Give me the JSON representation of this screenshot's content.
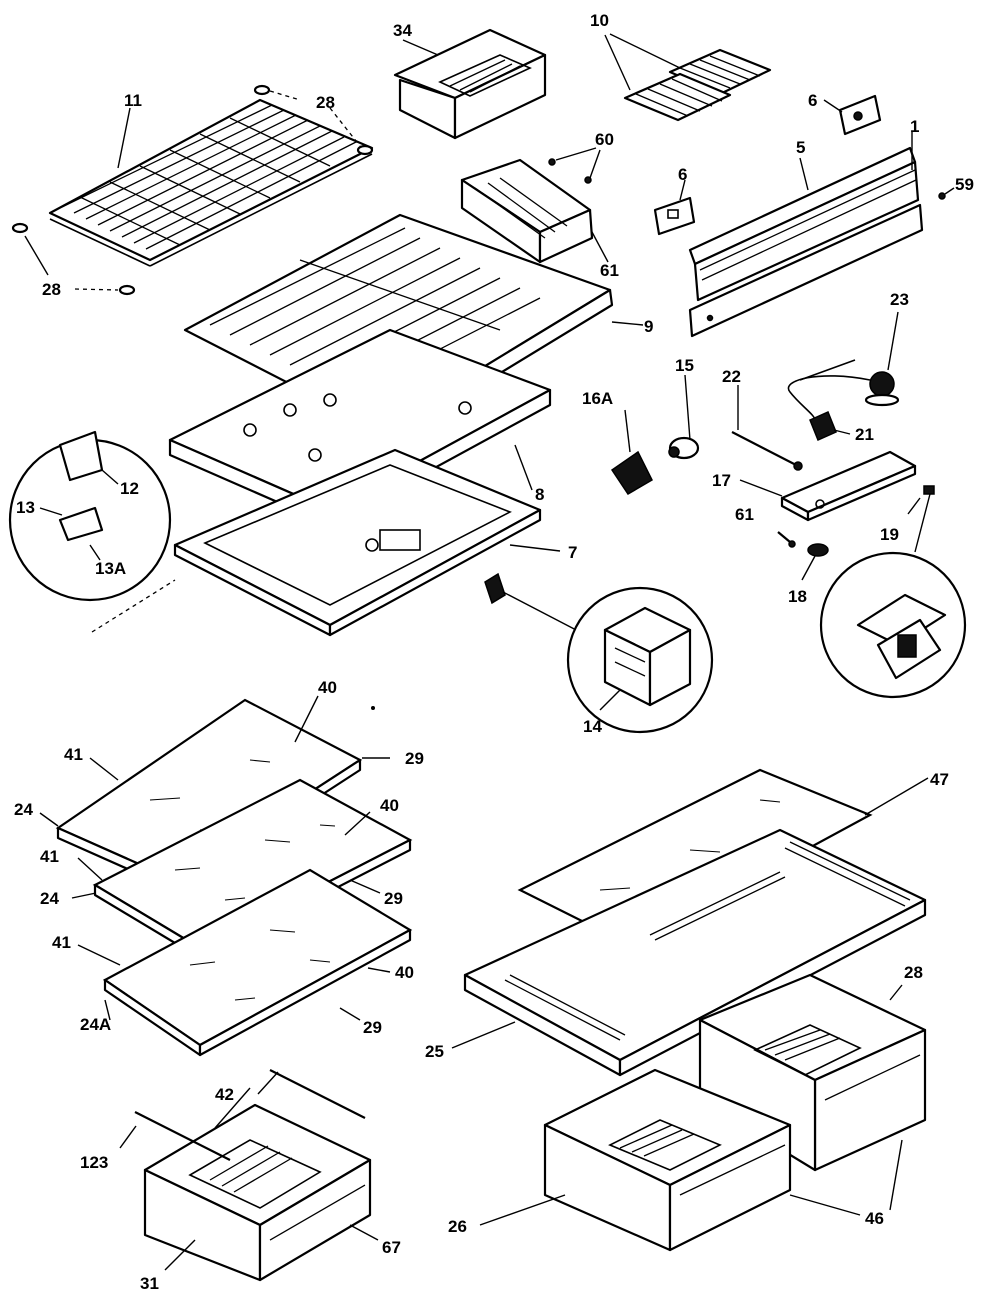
{
  "labels": {
    "l11": "11",
    "l28a": "28",
    "l28b": "28",
    "l34": "34",
    "l10": "10",
    "l6a": "6",
    "l60": "60",
    "l61a": "61",
    "l5": "5",
    "l1": "1",
    "l6b": "6",
    "l59": "59",
    "l9": "9",
    "l23": "23",
    "l22": "22",
    "l15": "15",
    "l16a": "16A",
    "l21": "21",
    "l17": "17",
    "l8": "8",
    "l12": "12",
    "l13": "13",
    "l13a": "13A",
    "l7": "7",
    "l61b": "61",
    "l19": "19",
    "l18": "18",
    "l14": "14",
    "l40a": "40",
    "l41a": "41",
    "l29a": "29",
    "l24a": "24",
    "l40b": "40",
    "l41b": "41",
    "l24b": "24",
    "l29b": "29",
    "l41c": "41",
    "l40c": "40",
    "l24A": "24A",
    "l29c": "29",
    "l47": "47",
    "l28c": "28",
    "l25": "25",
    "l42": "42",
    "l123": "123",
    "l26": "26",
    "l46": "46",
    "l31": "31",
    "l67": "67"
  }
}
